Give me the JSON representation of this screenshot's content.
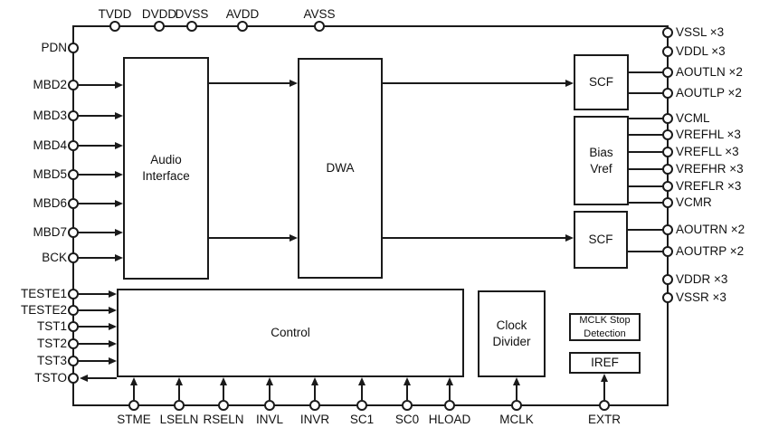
{
  "blocks": {
    "audio_interface": "Audio Interface",
    "dwa": "DWA",
    "scf_top": "SCF",
    "bias_vref": "Bias Vref",
    "scf_bottom": "SCF",
    "control": "Control",
    "clock_divider": "Clock Divider",
    "mclk_stop_detection": "MCLK Stop Detection",
    "iref": "IREF"
  },
  "pins": {
    "top": [
      "TVDD",
      "DVDD",
      "DVSS",
      "AVDD",
      "AVSS"
    ],
    "left": [
      "PDN",
      "MBD2",
      "MBD3",
      "MBD4",
      "MBD5",
      "MBD6",
      "MBD7",
      "BCK",
      "TESTE1",
      "TESTE2",
      "TST1",
      "TST2",
      "TST3",
      "TSTO"
    ],
    "right": [
      "VSSL ×3",
      "VDDL ×3",
      "AOUTLN ×2",
      "AOUTLP ×2",
      "VCML",
      "VREFHL ×3",
      "VREFLL ×3",
      "VREFHR ×3",
      "VREFLR ×3",
      "VCMR",
      "AOUTRN ×2",
      "AOUTRP ×2",
      "VDDR ×3",
      "VSSR ×3"
    ],
    "bottom": [
      "STME",
      "LSELN",
      "RSELN",
      "INVL",
      "INVR",
      "SC1",
      "SC0",
      "HLOAD",
      "MCLK",
      "EXTR"
    ]
  },
  "colors": {
    "line": "#1a1a1a",
    "background": "#ffffff",
    "text": "#111111"
  }
}
